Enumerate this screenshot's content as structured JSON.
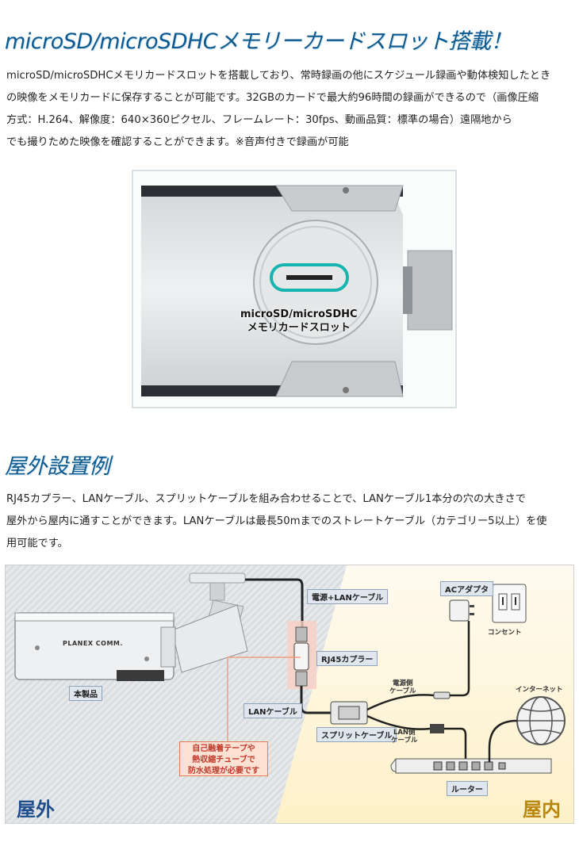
{
  "section1": {
    "title": "microSD/microSDHCメモリーカードスロット搭載！",
    "paragraph_lines": [
      "microSD/microSDHCメモリカードスロットを搭載しており、常時録画の他にスケジュール録画や動体検知したとき",
      "の映像をメモリカードに保存することが可能です。32GBのカードで最大約96時間の録画ができるので（画像圧縮",
      "方式：H.264、解像度：640×360ピクセル、フレームレート：30fps、動画品質：標準の場合）遠隔地から",
      "でも撮りためた映像を確認することができます。※音声付きで録画が可能"
    ],
    "photo_label_line1": "microSD/microSDHC",
    "photo_label_line2": "メモリカードスロット"
  },
  "section2": {
    "title": "屋外設置例",
    "paragraph_lines": [
      "RJ45カプラー、LANケーブル、スプリットケーブルを組み合わせることで、LANケーブル1本分の穴の大きさで",
      "屋外から屋内に通すことができます。LANケーブルは最長50mまでのストレートケーブル（カテゴリー5以上）を使",
      "用可能です。"
    ]
  },
  "diagram": {
    "power_lan_cable": "電源+LANケーブル",
    "rj45_coupler": "RJ45カプラー",
    "lan_cable": "LANケーブル",
    "split_cable": "スプリットケーブル",
    "power_side_cable_line1": "電源側",
    "power_side_cable_line2": "ケーブル",
    "lan_side_cable_line1": "LAN側",
    "lan_side_cable_line2": "ケーブル",
    "ac_adapter": "ACアダプタ",
    "outlet": "コンセント",
    "internet": "インターネット",
    "router": "ルーター",
    "product": "本製品",
    "brand": "PLANEX COMM.",
    "warning_line1": "自己融着テープや",
    "warning_line2": "熱収縮チューブで",
    "warning_line3": "防水処理が必要です",
    "outdoor": "屋外",
    "indoor": "屋内"
  },
  "colors": {
    "heading": "#0c5a8f",
    "outdoor_label": "#1f4e8c",
    "indoor_label": "#b8860b",
    "warning_text": "#c0392b"
  }
}
